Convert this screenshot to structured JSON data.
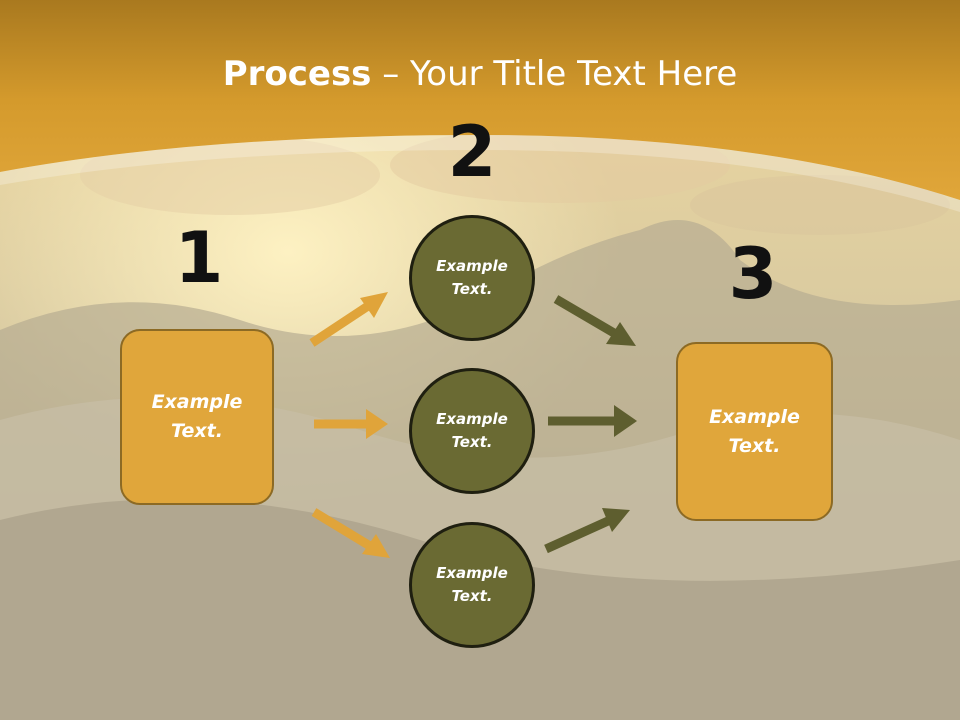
{
  "title": {
    "bold": "Process",
    "rest": " – Your Title Text Here"
  },
  "steps": {
    "one": "1",
    "two": "2",
    "three": "3"
  },
  "left_box": {
    "text": "Example Text."
  },
  "right_box": {
    "text": "Example Text."
  },
  "circles": [
    {
      "text": "Example Text."
    },
    {
      "text": "Example Text."
    },
    {
      "text": "Example Text."
    }
  ],
  "colors": {
    "banner": "#d89e2e",
    "box_fill": "#e0a63b",
    "circle_fill": "#6a6a33",
    "orange_arrow": "#e0a43a",
    "olive_arrow": "#5e5e2f"
  }
}
